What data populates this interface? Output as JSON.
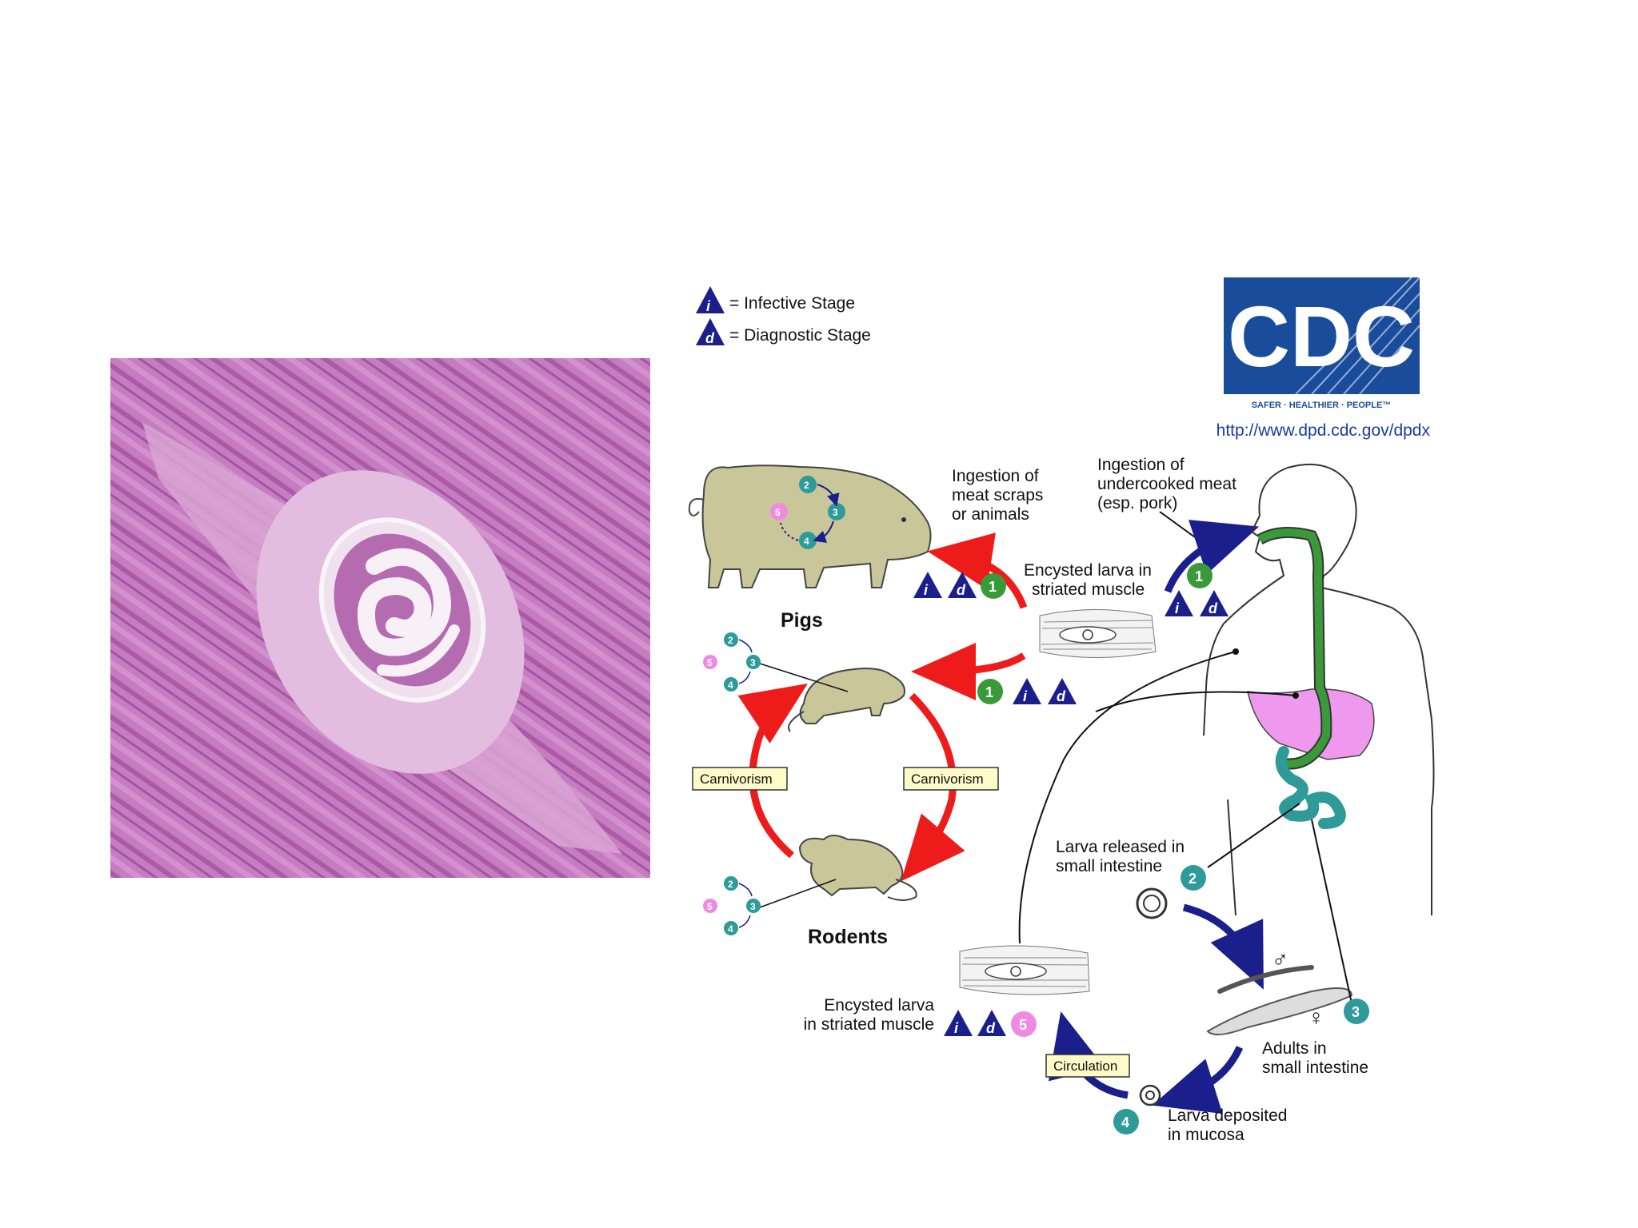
{
  "legend": {
    "infective": "= Infective Stage",
    "diagnostic": "= Diagnostic Stage",
    "infective_symbol": "i",
    "diagnostic_symbol": "d"
  },
  "logo": {
    "text": "CDC",
    "tagline": "SAFER · HEALTHIER · PEOPLE™",
    "url": "http://www.dpd.cdc.gov/dpdx"
  },
  "hosts": {
    "pigs": "Pigs",
    "rodents": "Rodents"
  },
  "labels": {
    "ingestion_scraps": [
      "Ingestion of",
      "meat scraps",
      "or animals"
    ],
    "ingestion_meat": [
      "Ingestion of",
      "undercooked meat",
      "(esp. pork)"
    ],
    "encysted_top": [
      "Encysted larva in",
      "striated muscle"
    ],
    "larva_released": [
      "Larva released in",
      "small intestine"
    ],
    "adults": [
      "Adults in",
      "small intestine"
    ],
    "larva_deposited": [
      "Larva deposited",
      "in mucosa"
    ],
    "encysted_bottom": [
      "Encysted larva",
      "in striated muscle"
    ],
    "carnivorism_left": "Carnivorism",
    "carnivorism_right": "Carnivorism",
    "circulation": "Circulation",
    "male_symbol": "♂",
    "female_symbol": "♀"
  },
  "stages": [
    "1",
    "2",
    "3",
    "4",
    "5"
  ],
  "colors": {
    "infective_triangle": "#1a1f8c",
    "stage_green": "#3a9a3a",
    "stage_teal": "#2e9a9a",
    "stage_pink": "#f08ae0",
    "red_arrow": "#ee1b1b",
    "blue_arrow": "#1a1f8c",
    "animal_fill": "#c9c79a",
    "histology_pink": "#c87ac0"
  }
}
